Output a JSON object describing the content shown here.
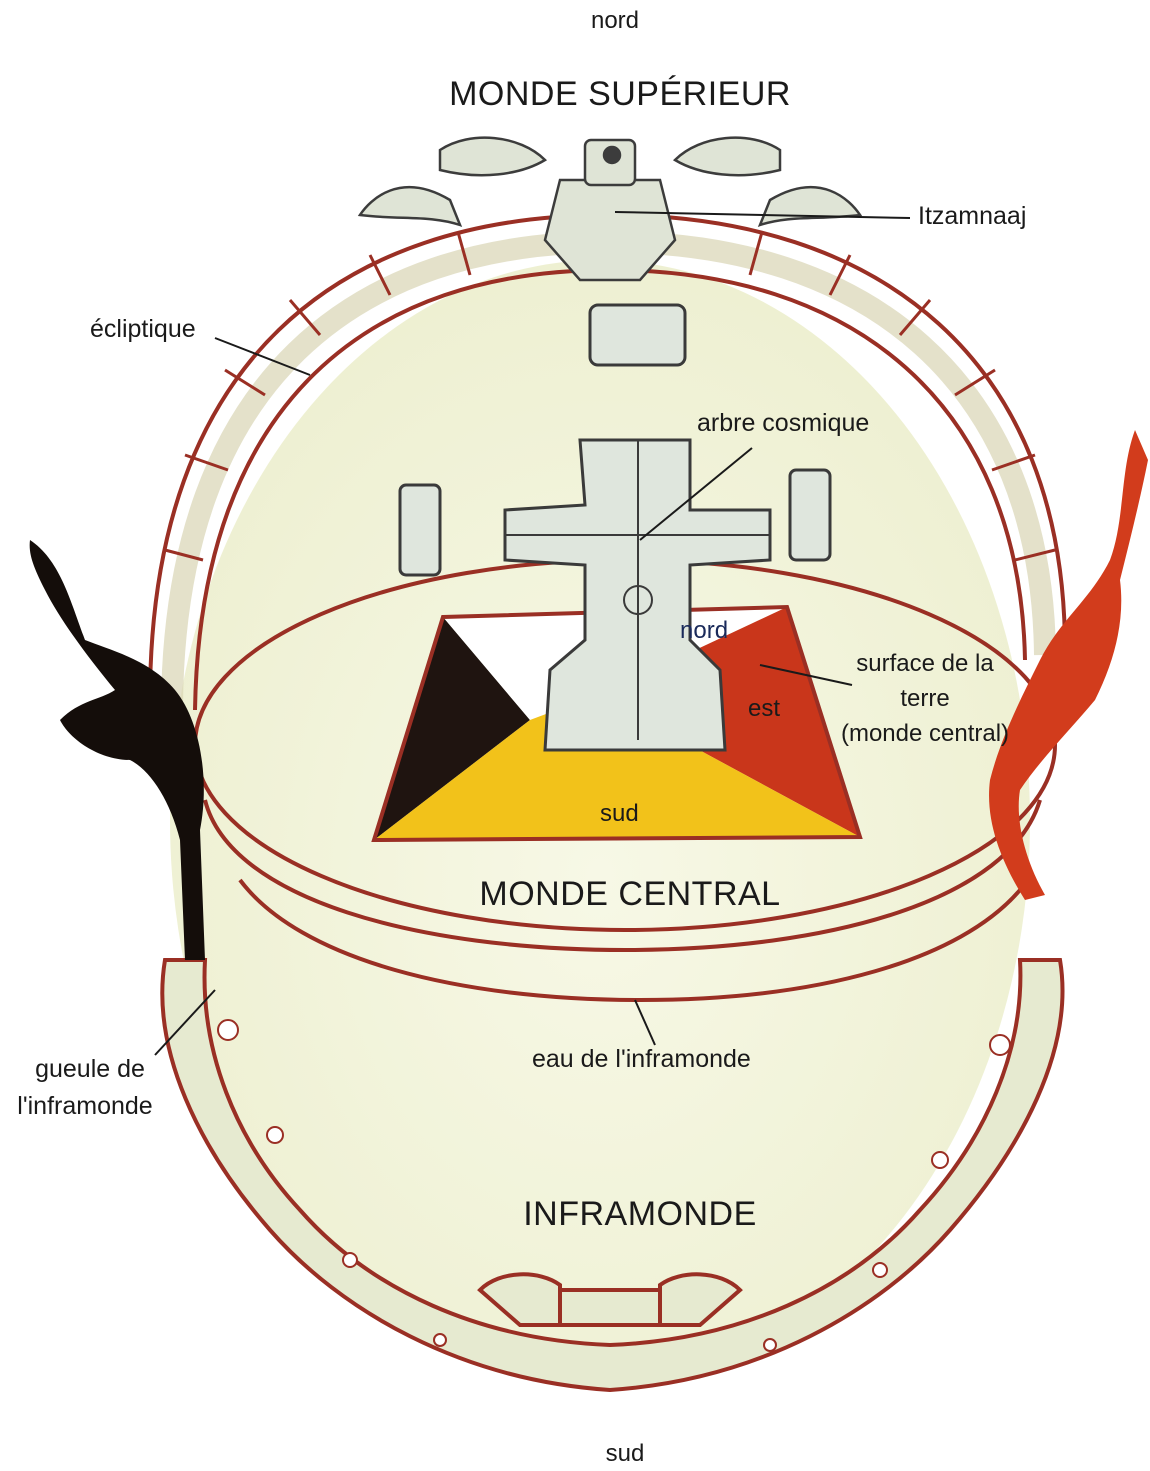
{
  "directions": {
    "north": "nord",
    "south": "sud"
  },
  "realms": {
    "upper": "MONDE SUPÉRIEUR",
    "middle": "MONDE CENTRAL",
    "under": "INFRAMONDE"
  },
  "labels": {
    "itzamnaaj": "Itzamnaaj",
    "ecliptic": "écliptique",
    "cosmic_tree": "arbre cosmique",
    "earth_surface_line1": "surface de la",
    "earth_surface_line2": "terre",
    "earth_surface_line3": "(monde central)",
    "underworld_maw_line1": "gueule de",
    "underworld_maw_line2": "l'inframonde",
    "underworld_water": "eau de l'inframonde"
  },
  "earth_quarters": {
    "north": "nord",
    "east": "est",
    "south": "sud"
  },
  "colors": {
    "frame_red": "#9a2f24",
    "frame_fill": "#e6ead0",
    "background_glow": "#f2f4de",
    "quarter_west": "#1f1410",
    "quarter_east": "#c9361b",
    "quarter_south": "#f2c21a",
    "quarter_north": "#ffffff",
    "tree_fill": "#dfe6dd"
  }
}
